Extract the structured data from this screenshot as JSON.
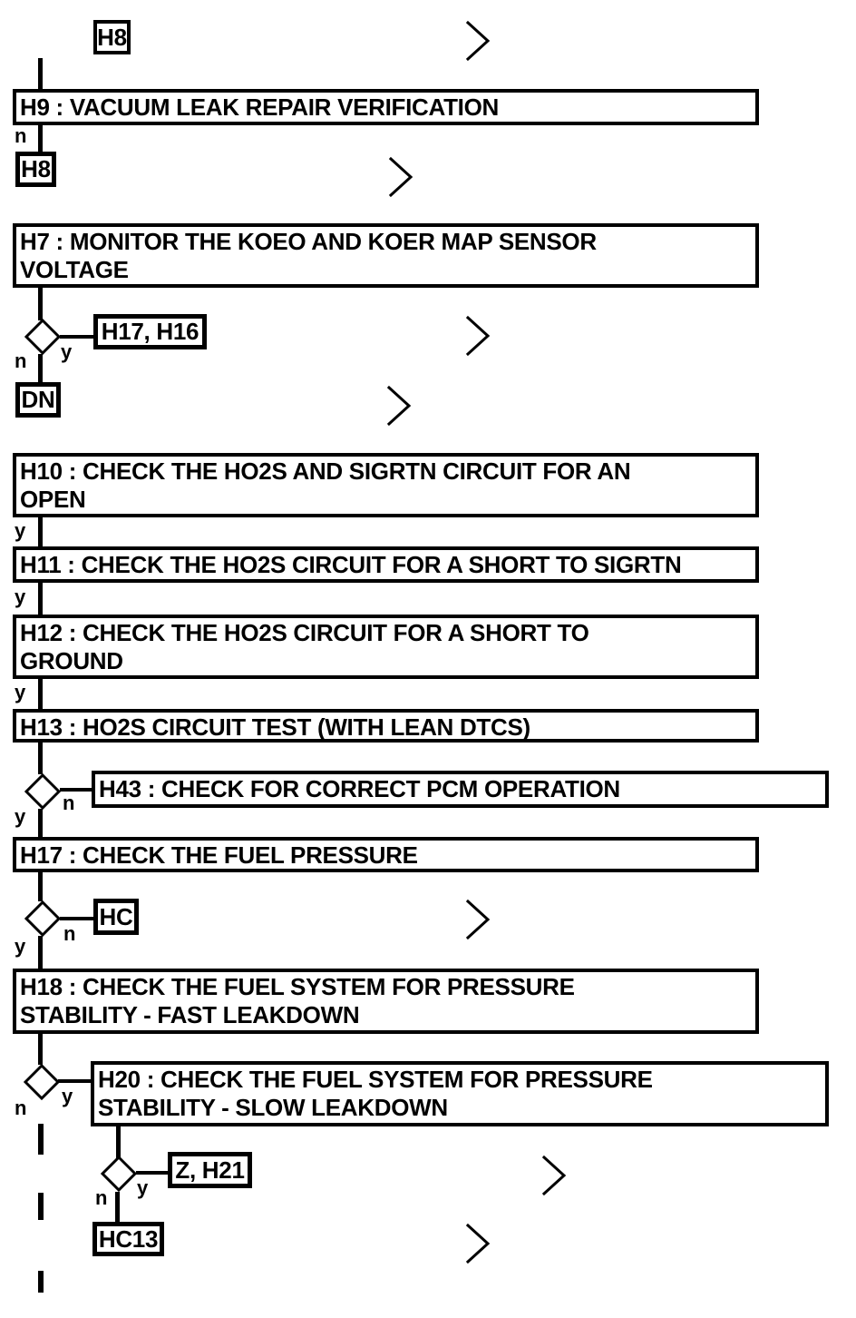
{
  "colors": {
    "ink": "#000000",
    "background": "#ffffff"
  },
  "labels": {
    "yes": "y",
    "no": "n"
  },
  "connector_boxes": {
    "h8_top": "H8",
    "h8_return": "H8",
    "h17_h16": "H17, H16",
    "dn": "DN",
    "hc": "HC",
    "z_h21": "Z, H21",
    "hc13": "HC13"
  },
  "process_boxes": {
    "h9": {
      "line1": "H9 : VACUUM LEAK REPAIR VERIFICATION"
    },
    "h7": {
      "line1": "H7 : MONITOR THE KOEO AND KOER MAP SENSOR",
      "line2": "VOLTAGE"
    },
    "h10": {
      "line1": "H10 : CHECK THE HO2S AND SIGRTN CIRCUIT FOR AN",
      "line2": "OPEN"
    },
    "h11": {
      "line1": "H11 : CHECK THE HO2S CIRCUIT FOR A SHORT TO SIGRTN"
    },
    "h12": {
      "line1": "H12 : CHECK THE HO2S CIRCUIT FOR A SHORT TO",
      "line2": "GROUND"
    },
    "h13": {
      "line1": "H13 : HO2S CIRCUIT TEST (WITH LEAN DTCS)"
    },
    "h43": {
      "line1": "H43 : CHECK FOR CORRECT PCM OPERATION"
    },
    "h17": {
      "line1": "H17 : CHECK THE FUEL PRESSURE"
    },
    "h18": {
      "line1": "H18 : CHECK THE FUEL SYSTEM FOR PRESSURE",
      "line2": "STABILITY - FAST LEAKDOWN"
    },
    "h20": {
      "line1": "H20 : CHECK THE FUEL SYSTEM FOR PRESSURE",
      "line2": "STABILITY - SLOW LEAKDOWN"
    }
  }
}
